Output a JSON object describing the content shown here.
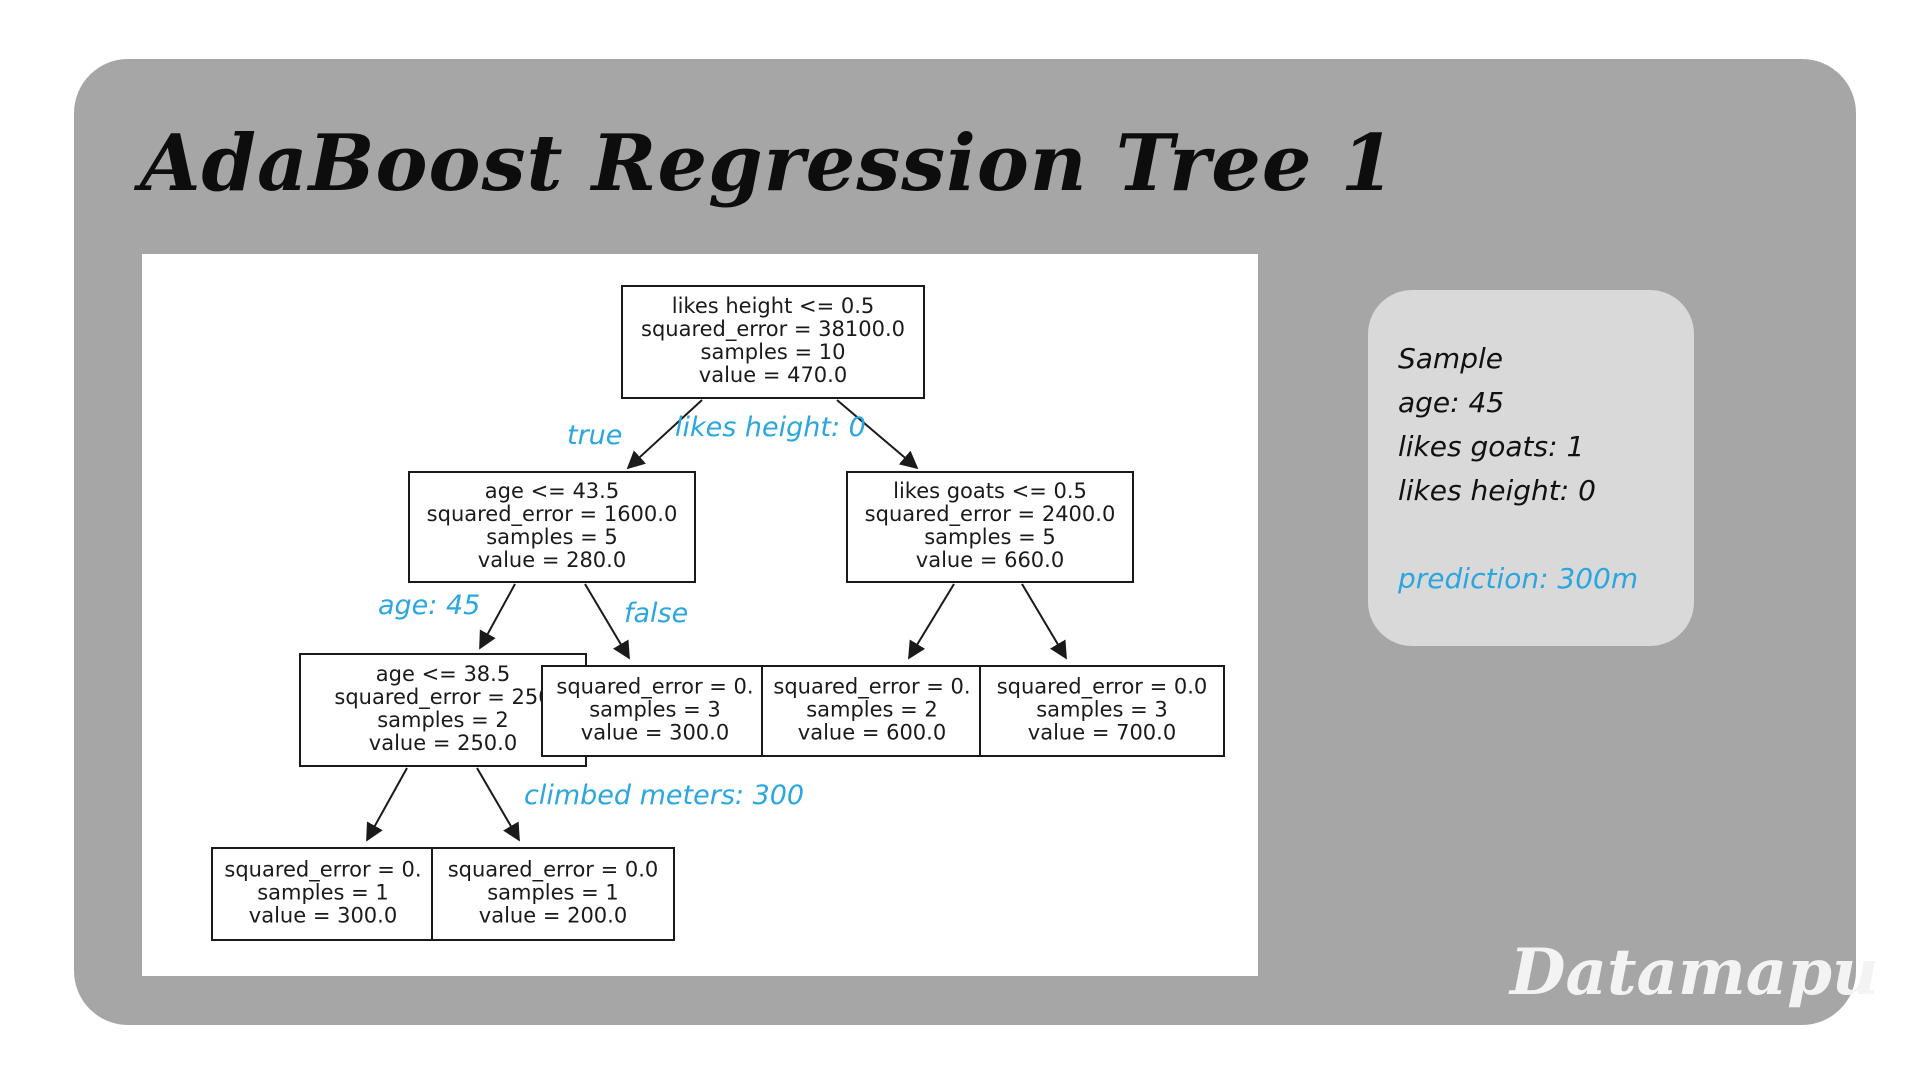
{
  "title": "AdaBoost Regression Tree 1",
  "brand": "Datamapu",
  "sample": {
    "heading": "Sample",
    "lines": [
      "age: 45",
      "likes goats: 1",
      "likes height: 0"
    ],
    "prediction": "prediction: 300m"
  },
  "tree": {
    "nodes": [
      {
        "id": "root",
        "lines": [
          "likes height <= 0.5",
          "squared_error = 38100.0",
          "samples = 10",
          "value = 470.0"
        ]
      },
      {
        "id": "n1",
        "lines": [
          "age <= 43.5",
          "squared_error = 1600.0",
          "samples = 5",
          "value = 280.0"
        ]
      },
      {
        "id": "n2",
        "lines": [
          "likes goats <= 0.5",
          "squared_error = 2400.0",
          "samples = 5",
          "value = 660.0"
        ]
      },
      {
        "id": "n3",
        "lines": [
          "age <= 38.5",
          "squared_error = 250",
          "samples = 2",
          "value = 250.0"
        ]
      },
      {
        "id": "n4",
        "lines": [
          "squared_error = 0.",
          "samples = 3",
          "value = 300.0"
        ]
      },
      {
        "id": "n5",
        "lines": [
          "squared_error = 0.",
          "samples = 2",
          "value = 600.0"
        ]
      },
      {
        "id": "n6",
        "lines": [
          "squared_error = 0.0",
          "samples = 3",
          "value = 700.0"
        ]
      },
      {
        "id": "n7",
        "lines": [
          "squared_error = 0.",
          "samples = 1",
          "value = 300.0"
        ]
      },
      {
        "id": "n8",
        "lines": [
          "squared_error = 0.0",
          "samples = 1",
          "value = 200.0"
        ]
      }
    ],
    "edges": [
      {
        "from": "root",
        "to": "n1"
      },
      {
        "from": "root",
        "to": "n2"
      },
      {
        "from": "n1",
        "to": "n3"
      },
      {
        "from": "n1",
        "to": "n4"
      },
      {
        "from": "n2",
        "to": "n5"
      },
      {
        "from": "n2",
        "to": "n6"
      },
      {
        "from": "n3",
        "to": "n7"
      },
      {
        "from": "n3",
        "to": "n8"
      }
    ],
    "annotations": [
      "true",
      "likes height: 0",
      "age: 45",
      "false",
      "climbed meters: 300"
    ],
    "annotation_color": "#2aa6e0"
  }
}
